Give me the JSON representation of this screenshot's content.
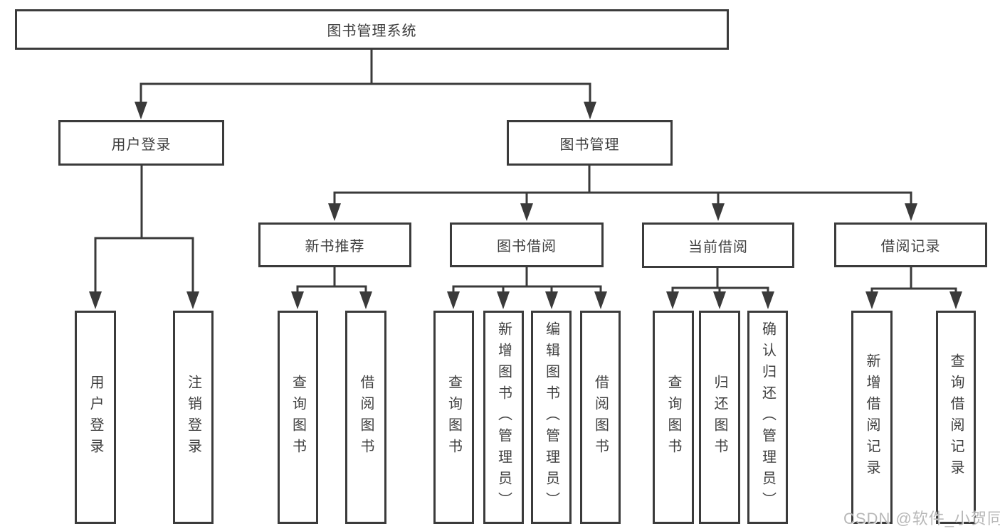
{
  "diagram_title": "图书管理系统",
  "colors": {
    "line": "#3a3a3a",
    "box_border": "#3b3b3b",
    "text": "#3f3f3f",
    "background": "#ffffff",
    "watermark": "#b3b3b3"
  },
  "tree": {
    "label": "图书管理系统",
    "children": [
      {
        "label": "用户登录",
        "children": [
          {
            "label": "用户登录"
          },
          {
            "label": "注销登录"
          }
        ]
      },
      {
        "label": "图书管理",
        "children": [
          {
            "label": "新书推荐",
            "children": [
              {
                "label": "查询图书"
              },
              {
                "label": "借阅图书"
              }
            ]
          },
          {
            "label": "图书借阅",
            "children": [
              {
                "label": "查询图书"
              },
              {
                "label": "新增图书（管理员）"
              },
              {
                "label": "编辑图书（管理员）"
              },
              {
                "label": "借阅图书"
              }
            ]
          },
          {
            "label": "当前借阅",
            "children": [
              {
                "label": "查询图书"
              },
              {
                "label": "归还图书"
              },
              {
                "label": "确认归还（管理员）"
              }
            ]
          },
          {
            "label": "借阅记录",
            "children": [
              {
                "label": "新增借阅记录"
              },
              {
                "label": "查询借阅记录"
              }
            ]
          }
        ]
      }
    ]
  },
  "watermark": {
    "text": "CSDN @软件_小贺同学"
  }
}
